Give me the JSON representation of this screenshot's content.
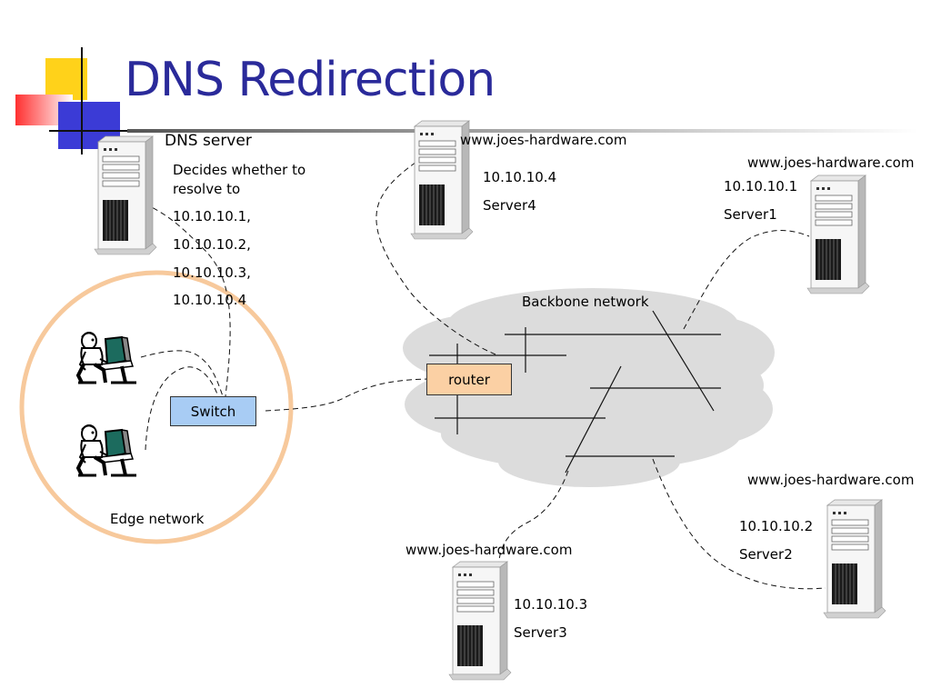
{
  "slide": {
    "title": "DNS Redirection"
  },
  "colors": {
    "title": "#2a2a9a",
    "switch_fill": "#a8ccf4",
    "router_fill": "#fbd0a4",
    "edge_ring": "#f7c99c",
    "cloud_fill": "#dcdcdc"
  },
  "dns": {
    "label": "DNS server",
    "desc_line1": "Decides whether to",
    "desc_line2": "resolve to",
    "ips": [
      "10.10.10.1,",
      "10.10.10.2,",
      "10.10.10.3,",
      "10.10.10.4"
    ]
  },
  "servers": [
    {
      "host": "www.joes-hardware.com",
      "ip": "10.10.10.4",
      "name": "Server4"
    },
    {
      "host": "www.joes-hardware.com",
      "ip": "10.10.10.1",
      "name": "Server1"
    },
    {
      "host": "www.joes-hardware.com",
      "ip": "10.10.10.2",
      "name": "Server2"
    },
    {
      "host": "www.joes-hardware.com",
      "ip": "10.10.10.3",
      "name": "Server3"
    }
  ],
  "network": {
    "backbone_label": "Backbone network",
    "router_label": "router",
    "switch_label": "Switch",
    "edge_label": "Edge network"
  },
  "icons": [
    "server-tower-icon",
    "user-at-computer-icon",
    "slide-logo-icon"
  ]
}
